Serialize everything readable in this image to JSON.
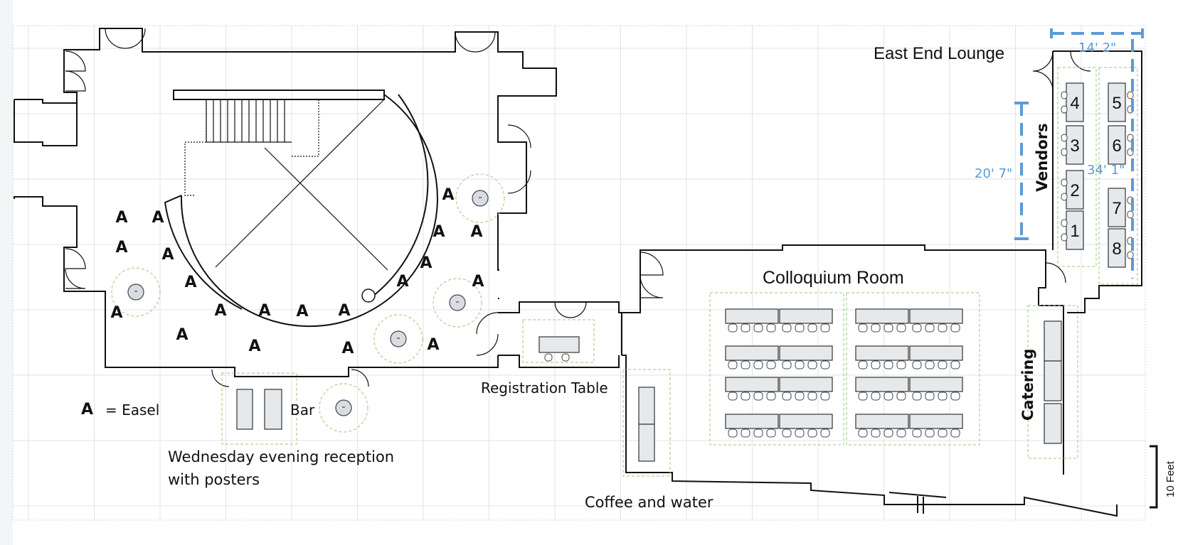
{
  "rooms": {
    "east_end_lounge": "East End Lounge",
    "colloquium_room": "Colloquium Room"
  },
  "labels": {
    "vendors": "Vendors",
    "catering": "Catering",
    "registration_table": "Registration Table",
    "coffee_water": "Coffee and water",
    "bar": "Bar",
    "reception_line1": "Wednesday evening reception",
    "reception_line2": "with posters"
  },
  "legend": {
    "symbol": "A",
    "text": "= Easel"
  },
  "dimensions": {
    "width": "14' 2\"",
    "depth": "20' 7\"",
    "length": "34' 1\""
  },
  "vendor_table_numbers": [
    "4",
    "3",
    "2",
    "1",
    "5",
    "6",
    "7",
    "8"
  ],
  "scale": {
    "label": "10 Feet"
  },
  "colors": {
    "walls": "#111111",
    "grid": "#dfe3e8",
    "zones": "#9cc77a",
    "dimension": "#5b9bd5",
    "table_fill": "#e6e9ec"
  }
}
